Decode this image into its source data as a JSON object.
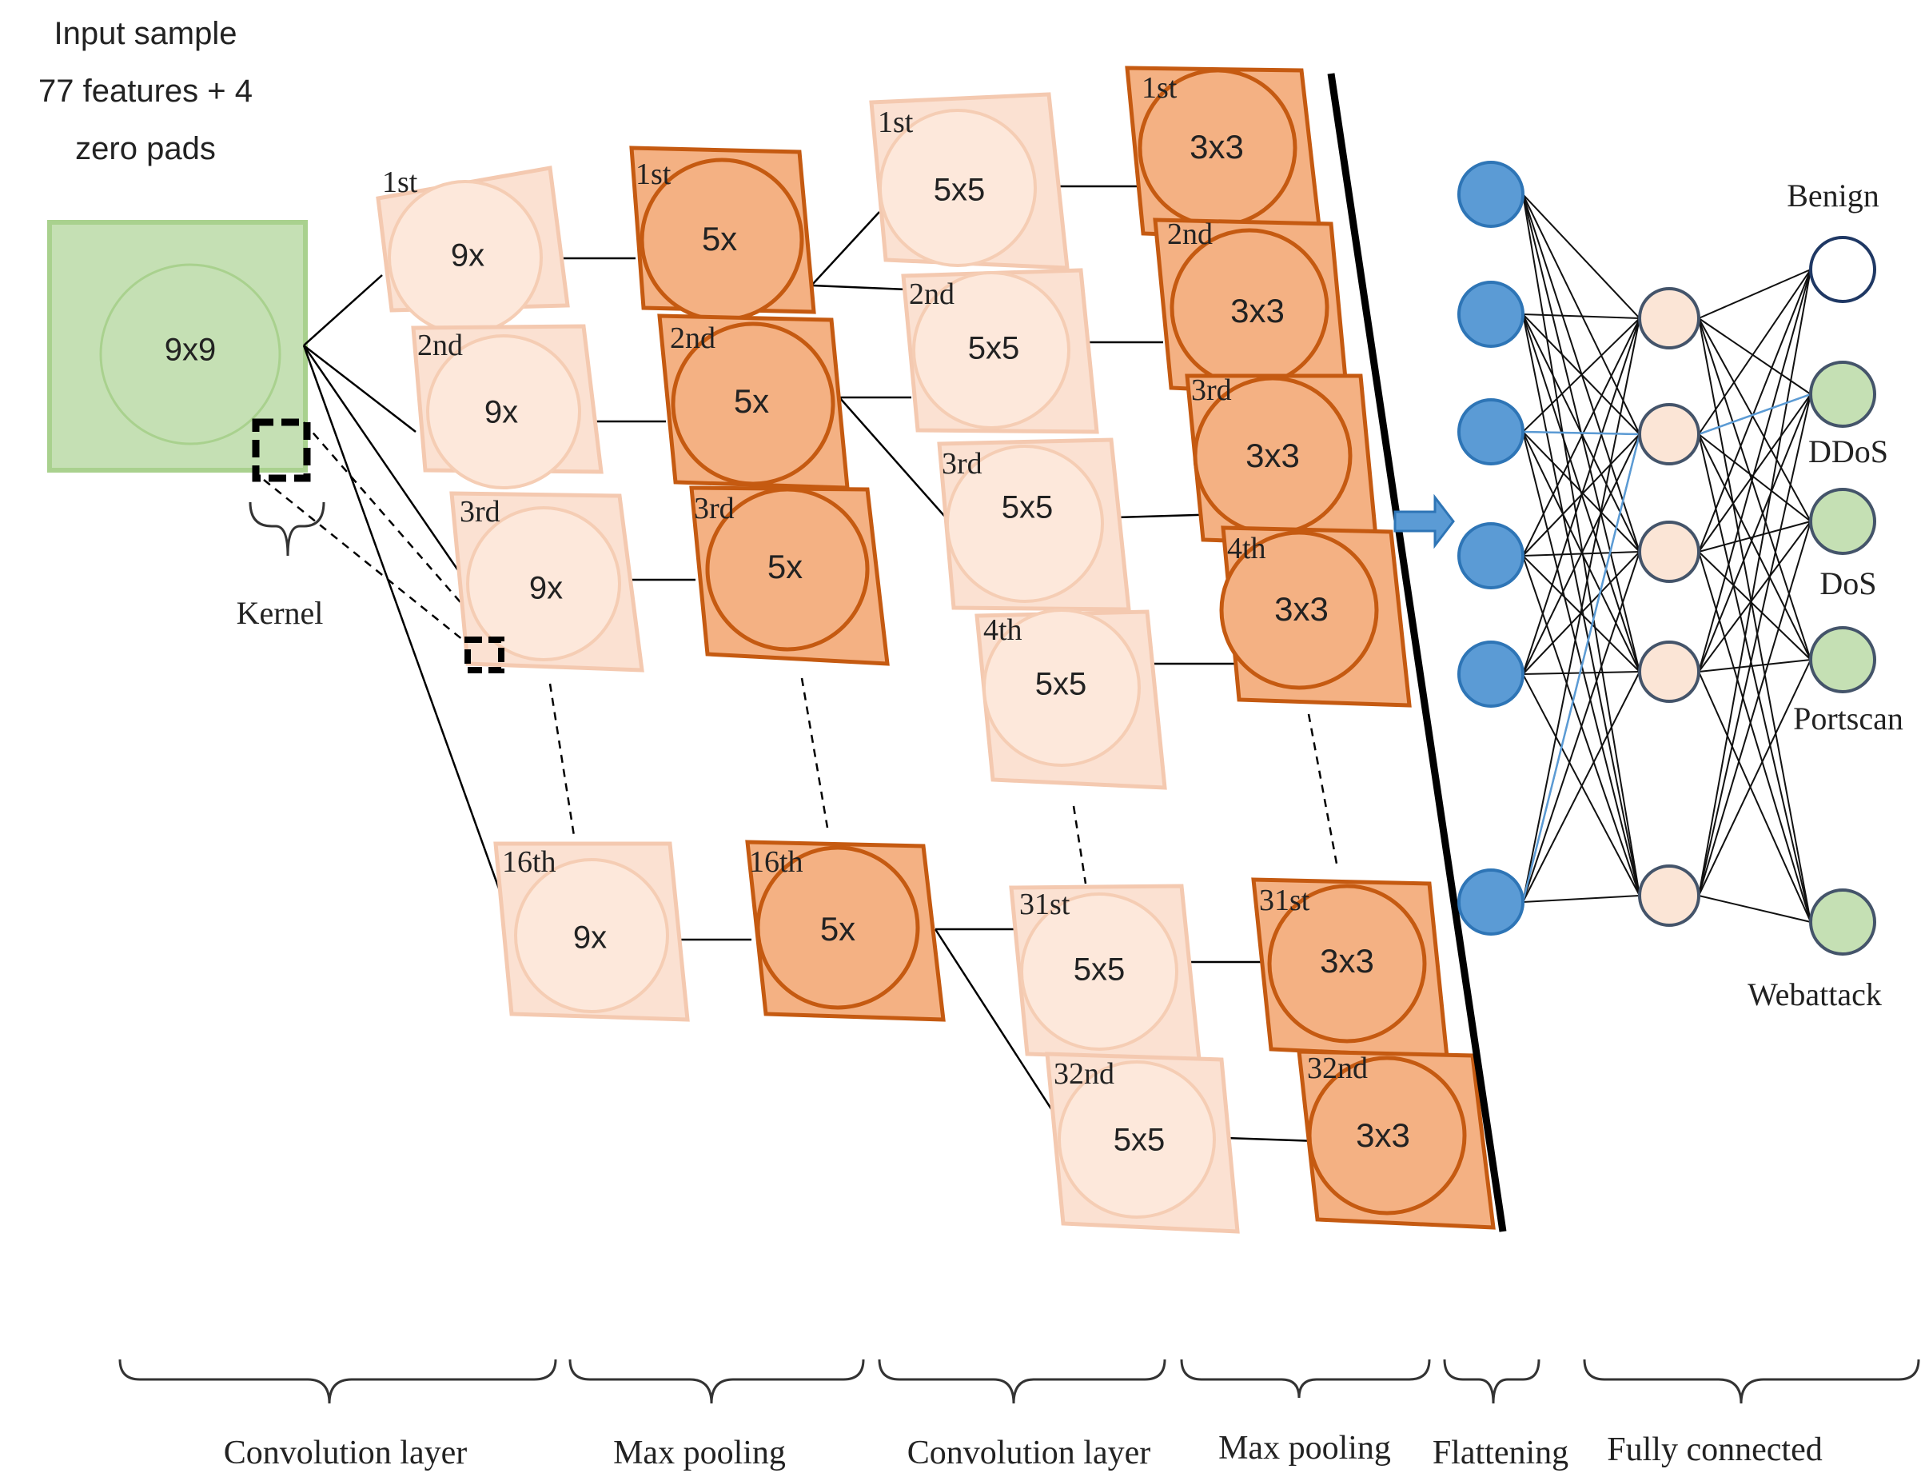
{
  "input": {
    "caption_lines": [
      "Input sample",
      "77 features + 4",
      "zero pads"
    ],
    "map_label": "9x9",
    "kernel_label": "Kernel"
  },
  "conv1": [
    {
      "ordinal": "1st",
      "size": "9x"
    },
    {
      "ordinal": "2nd",
      "size": "9x"
    },
    {
      "ordinal": "3rd",
      "size": "9x"
    },
    {
      "ordinal": "16th",
      "size": "9x"
    }
  ],
  "pool1": [
    {
      "ordinal": "1st",
      "size": "5x"
    },
    {
      "ordinal": "2nd",
      "size": "5x"
    },
    {
      "ordinal": "3rd",
      "size": "5x"
    },
    {
      "ordinal": "16th",
      "size": "5x"
    }
  ],
  "conv2": [
    {
      "ordinal": "1st",
      "size": "5x5"
    },
    {
      "ordinal": "2nd",
      "size": "5x5"
    },
    {
      "ordinal": "3rd",
      "size": "5x5"
    },
    {
      "ordinal": "4th",
      "size": "5x5"
    },
    {
      "ordinal": "31st",
      "size": "5x5"
    },
    {
      "ordinal": "32nd",
      "size": "5x5"
    }
  ],
  "pool2": [
    {
      "ordinal": "1st",
      "size": "3x3"
    },
    {
      "ordinal": "2nd",
      "size": "3x3"
    },
    {
      "ordinal": "3rd",
      "size": "3x3"
    },
    {
      "ordinal": "4th",
      "size": "3x3"
    },
    {
      "ordinal": "31st",
      "size": "3x3"
    },
    {
      "ordinal": "32nd",
      "size": "3x3"
    }
  ],
  "outputs": [
    "Benign",
    "DDoS",
    "DoS",
    "Portscan",
    "Webattack"
  ],
  "stages": [
    "Convolution layer",
    "Max pooling",
    "Convolution layer",
    "Max pooling",
    "Flattening",
    "Fully connected"
  ],
  "colors": {
    "input_fill": "#c5e0b4",
    "conv_fill": "#fbe1d2",
    "pool_fill": "#f4b183",
    "pool_stroke": "#c55a11",
    "flatten_node": "#5b9bd5",
    "hidden_node": "#fbe5d6",
    "output_node": "#c5e0b4"
  }
}
